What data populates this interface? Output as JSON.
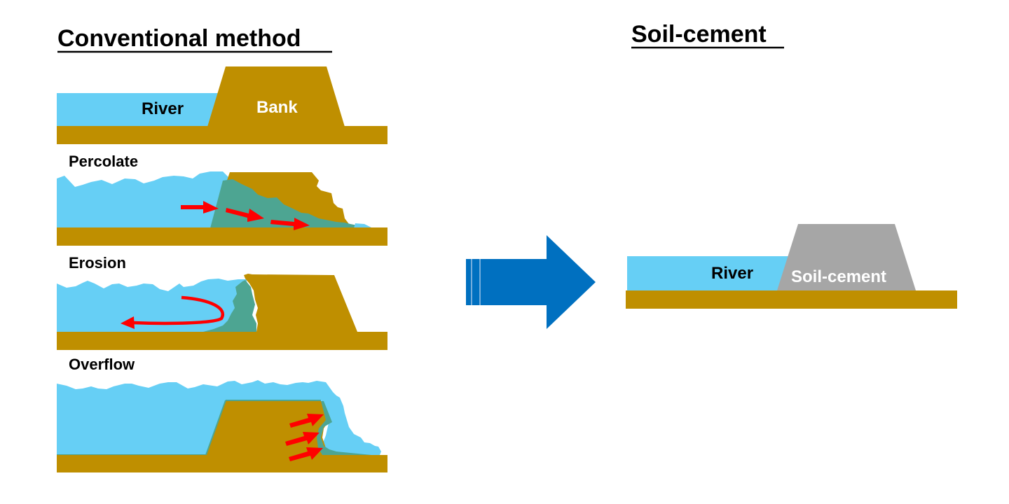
{
  "colors": {
    "water": "#66CFF5",
    "soil": "#BF8F00",
    "wet_soil": "#4DA592",
    "arrow_red": "#FF0000",
    "transition_arrow": "#0070C0",
    "soil_cement": "#A6A6A6"
  },
  "left": {
    "title": "Conventional method",
    "base_panel": {
      "river_label": "River",
      "bank_label": "Bank"
    },
    "panels": [
      {
        "label": "Percolate"
      },
      {
        "label": "Erosion"
      },
      {
        "label": "Overflow"
      }
    ]
  },
  "transition": {
    "icon": "right-arrow-icon"
  },
  "right": {
    "title": "Soil-cement",
    "river_label": "River",
    "structure_label": "Soil-cement"
  }
}
